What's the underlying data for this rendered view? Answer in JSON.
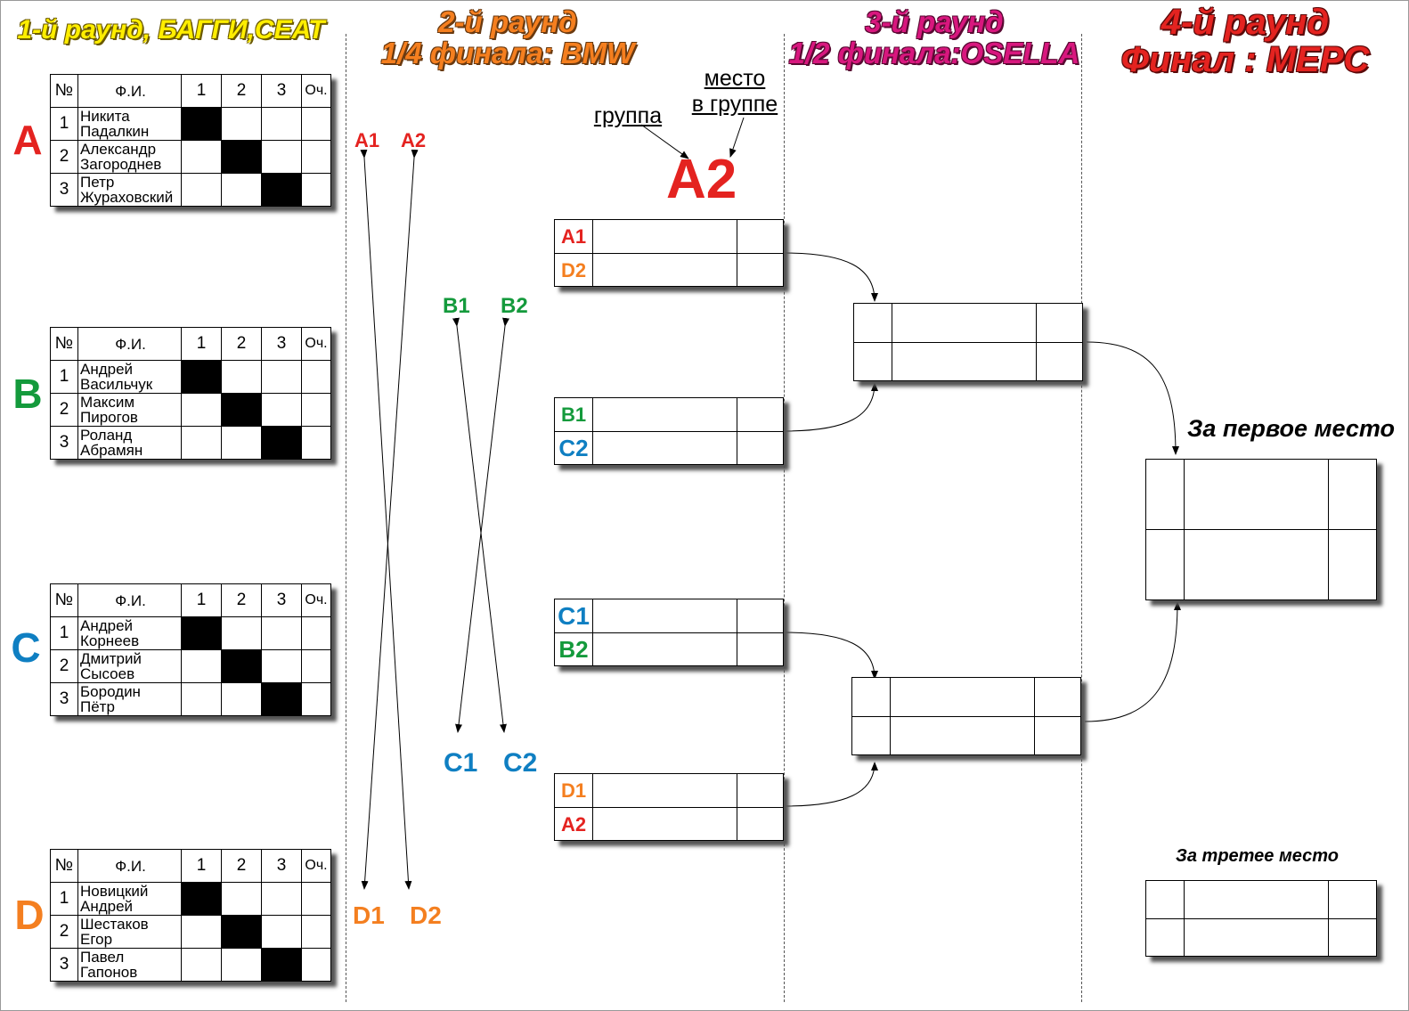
{
  "colors": {
    "A": "#e42320",
    "B": "#149a3c",
    "C": "#0f7fc2",
    "D": "#f47f20",
    "black": "#000000"
  },
  "rounds": {
    "r1": {
      "line1": "1-й раунд, БАГГИ,СЕАТ"
    },
    "r2": {
      "line1": "2-й раунд",
      "line2": "1/4 финала: BMW"
    },
    "r3": {
      "line1": "3-й раунд",
      "line2": "1/2 финала:OSELLA"
    },
    "r4": {
      "line1": "4-й раунд",
      "line2": "Финал : МЕРС"
    }
  },
  "group_table": {
    "h_num": "№",
    "h_name": "Ф.И.",
    "h_1": "1",
    "h_2": "2",
    "h_3": "3",
    "h_points": "Оч."
  },
  "groups": [
    {
      "letter": "A",
      "rows": [
        {
          "n": "1",
          "name1": "Никита",
          "name2": "Падалкин"
        },
        {
          "n": "2",
          "name1": "Александр",
          "name2": "Загороднев"
        },
        {
          "n": "3",
          "name1": "Петр",
          "name2": "Жураховский"
        }
      ]
    },
    {
      "letter": "B",
      "rows": [
        {
          "n": "1",
          "name1": "Андрей",
          "name2": "Васильчук"
        },
        {
          "n": "2",
          "name1": "Максим",
          "name2": "Пирогов"
        },
        {
          "n": "3",
          "name1": "Роланд",
          "name2": "Абрамян"
        }
      ]
    },
    {
      "letter": "C",
      "rows": [
        {
          "n": "1",
          "name1": "Андрей",
          "name2": "Корнеев"
        },
        {
          "n": "2",
          "name1": "Дмитрий",
          "name2": "Сысоев"
        },
        {
          "n": "3",
          "name1": "Бородин",
          "name2": "Пётр"
        }
      ]
    },
    {
      "letter": "D",
      "rows": [
        {
          "n": "1",
          "name1": "Новицкий",
          "name2": "Андрей"
        },
        {
          "n": "2",
          "name1": "Шестаков",
          "name2": "Егор"
        },
        {
          "n": "3",
          "name1": "Павел",
          "name2": "Гапонов"
        }
      ]
    }
  ],
  "cross_labels": {
    "a1": "A1",
    "a2": "A2",
    "b1": "B1",
    "b2": "B2",
    "c1": "C1",
    "c2": "C2",
    "d1": "D1",
    "d2": "D2"
  },
  "legend": {
    "group": "группа",
    "place_line1": "место",
    "place_line2": "в группе",
    "example": "A2"
  },
  "quarterfinals": [
    {
      "top": "A1",
      "bottom": "D2"
    },
    {
      "top": "B1",
      "bottom": "C2"
    },
    {
      "top": "C1",
      "bottom": "B2"
    },
    {
      "top": "D1",
      "bottom": "A2"
    }
  ],
  "final": {
    "first_place": "За первое место",
    "third_place": "За третее место"
  }
}
